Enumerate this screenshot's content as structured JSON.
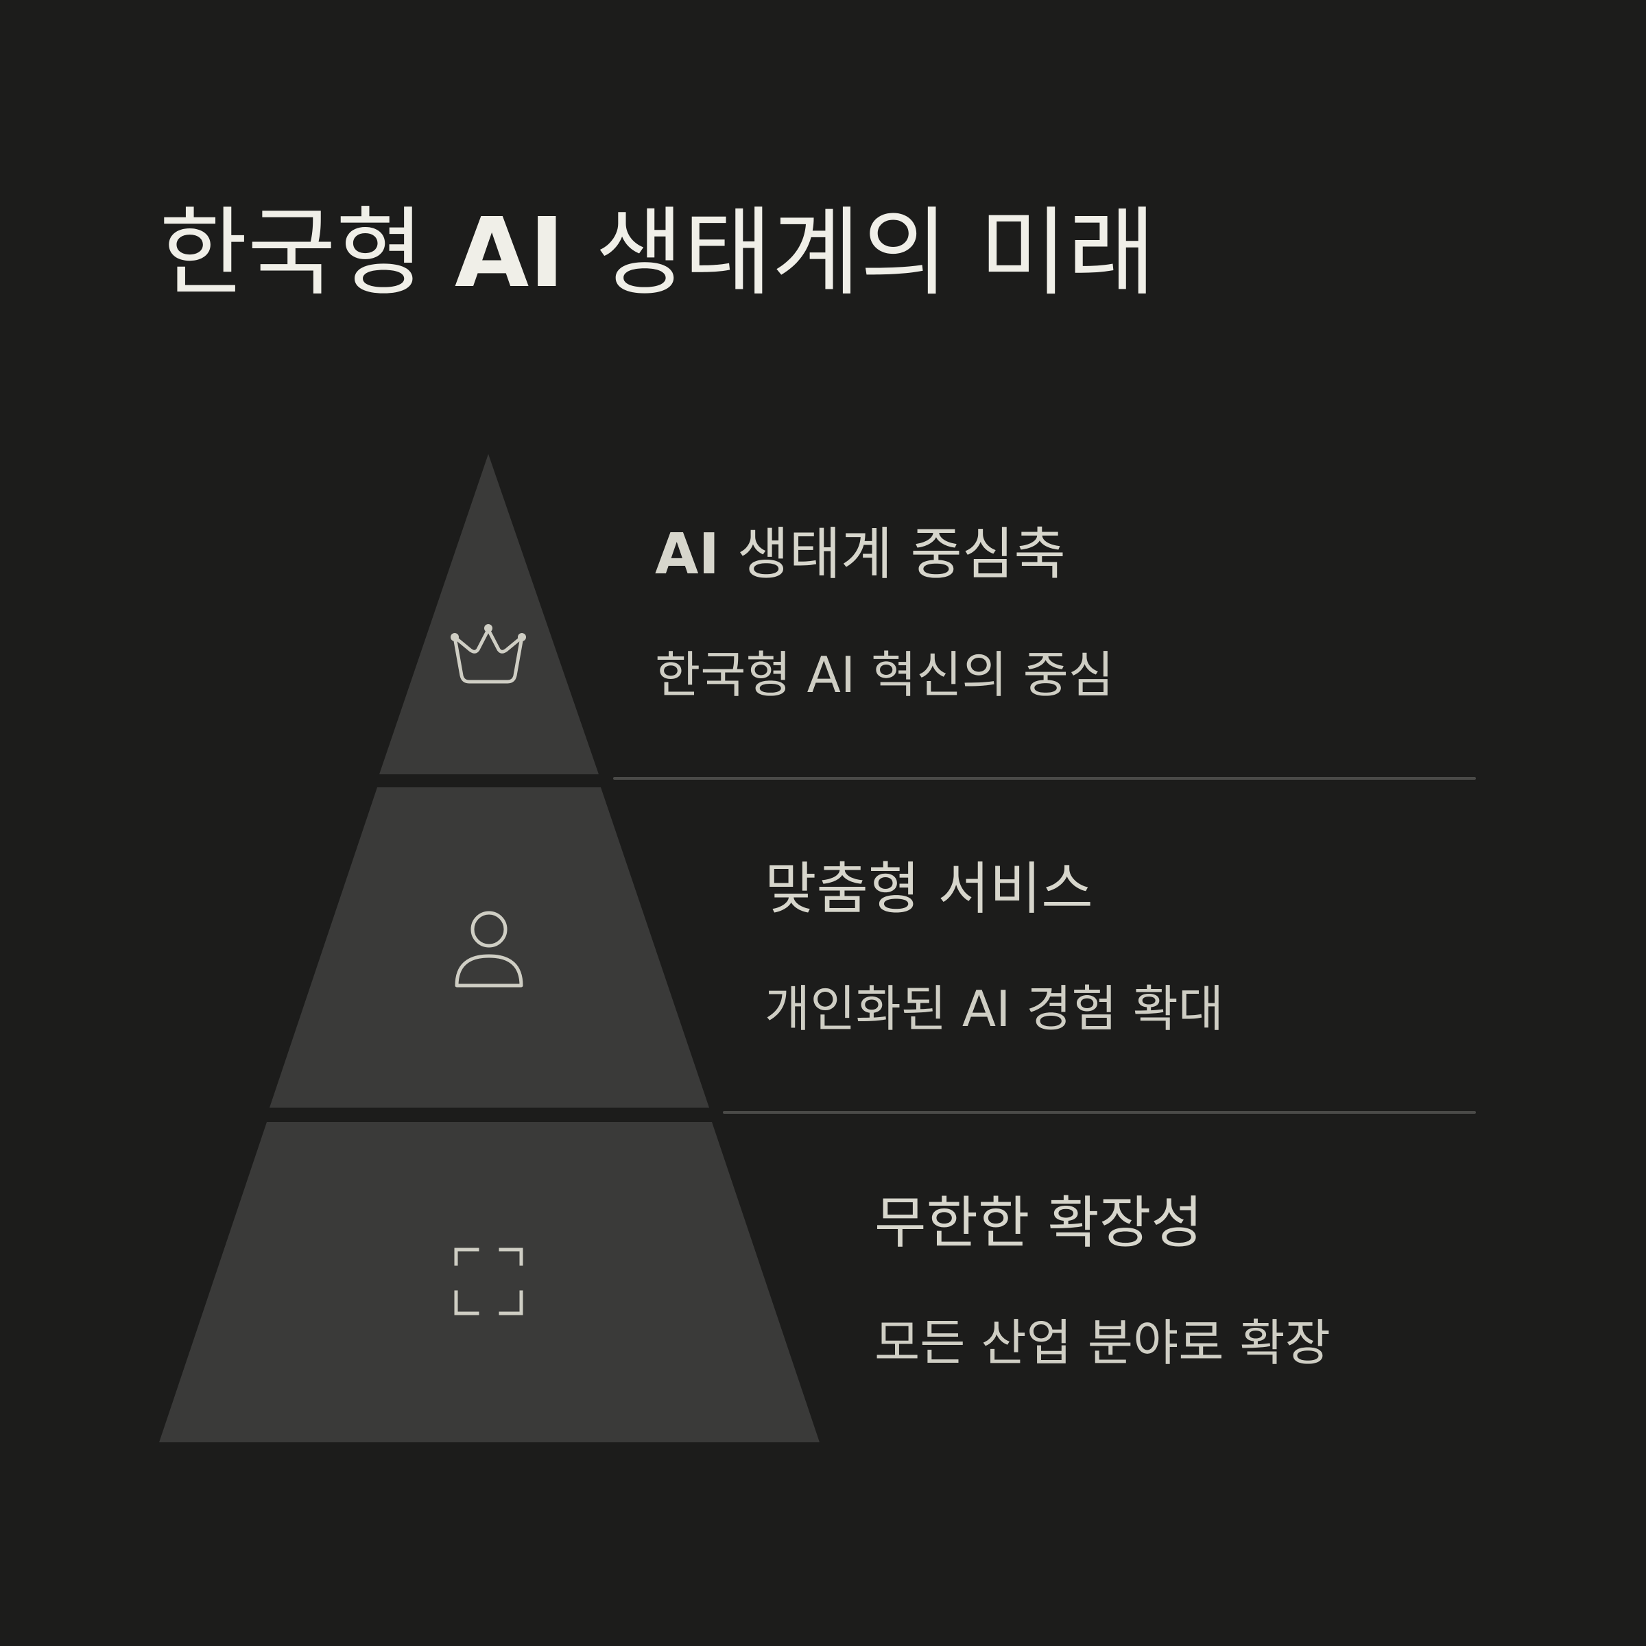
{
  "title": {
    "bold": "AI",
    "before": "한국형 ",
    "after": " 생태계의 미래"
  },
  "tiers": [
    {
      "icon": "crown-icon",
      "title_bold": "AI",
      "title_rest": " 생태계 중심축",
      "subtitle": "한국형 AI 혁신의 중심"
    },
    {
      "icon": "user-icon",
      "title": "맞춤형 서비스",
      "subtitle": "개인화된 AI 경험 확대"
    },
    {
      "icon": "expand-icon",
      "title": "무한한 확장성",
      "subtitle": "모든 산업 분야로 확장"
    }
  ],
  "colors": {
    "background": "#1c1c1b",
    "tier_fill": "#3a3a39",
    "text_title": "#f0efe8",
    "text_body": "#d7d6cc",
    "divider": "#4a4a48",
    "icon_stroke": "#cfcec4"
  }
}
